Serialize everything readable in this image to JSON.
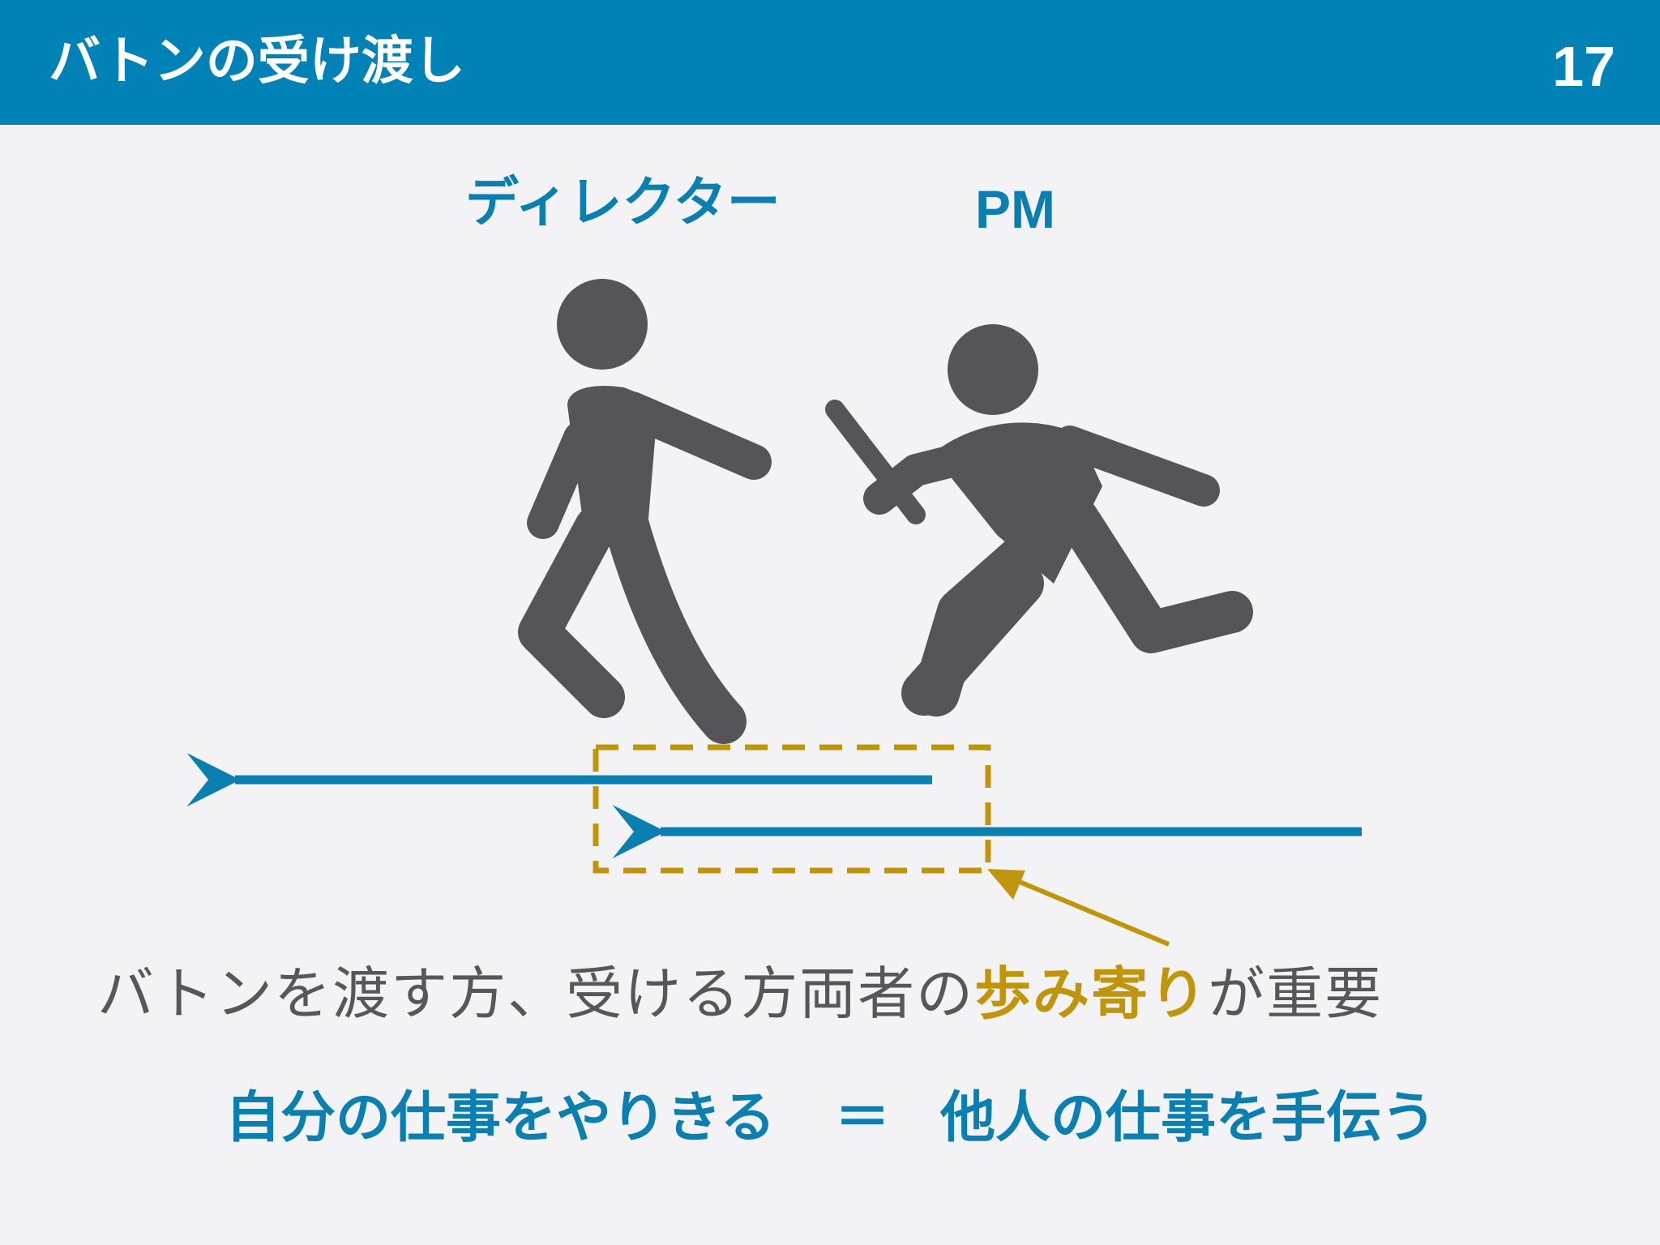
{
  "header": {
    "title": "バトンの受け渡し",
    "page_number": "17"
  },
  "diagram": {
    "left_figure_label": "ディレクター",
    "right_figure_label": "PM",
    "colors": {
      "figure": "#555458",
      "arrow": "#0a7fb0",
      "highlight": "#c0950c"
    }
  },
  "statement": {
    "prefix": "バトンを渡す方、受ける方両者の",
    "highlight": "歩み寄り",
    "suffix": "が重要"
  },
  "equation": {
    "left": "自分の仕事をやりきる",
    "sign": "＝",
    "right": "他人の仕事を手伝う"
  }
}
